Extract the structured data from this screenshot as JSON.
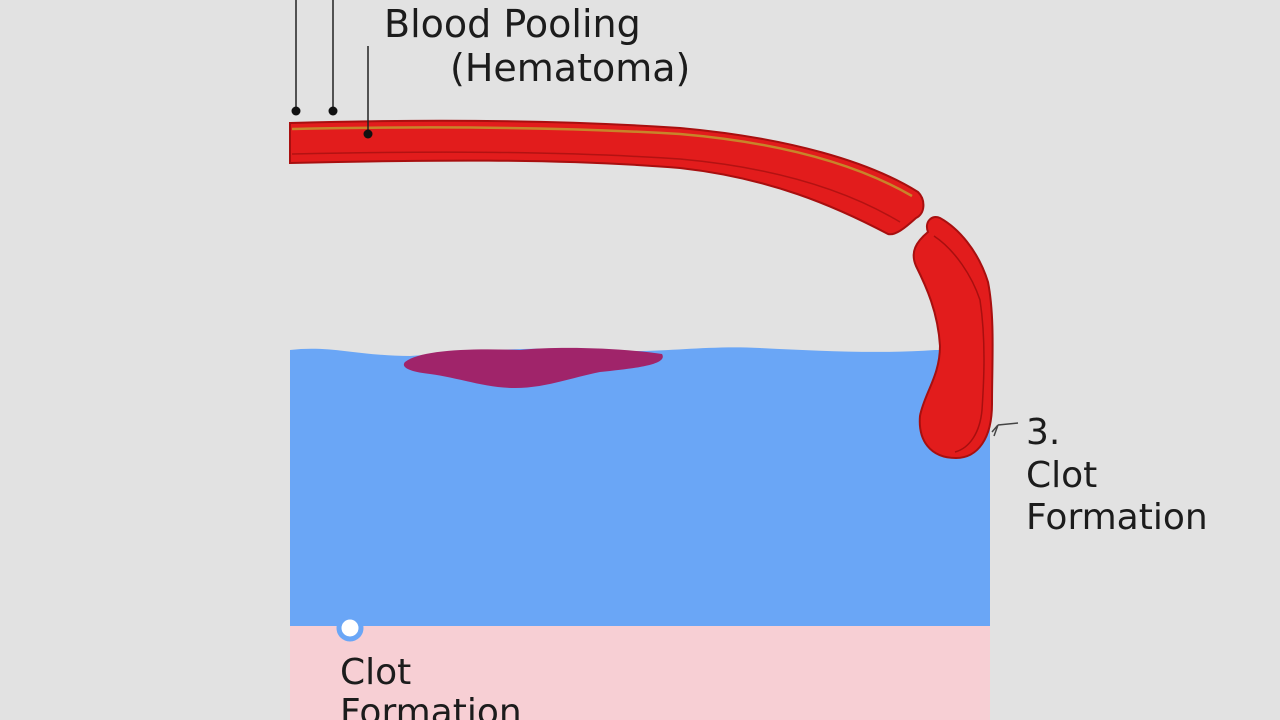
{
  "labels": {
    "blood_pooling": "Blood Pooling",
    "hematoma": "(Hematoma)",
    "step_number": "3.",
    "clot_right": "Clot",
    "formation_right": "Formation",
    "clot_bottom": "Clot",
    "formation_bottom": "Formation"
  },
  "colors": {
    "background": "#e2e2e2",
    "vessel_red": "#e21c1c",
    "vessel_dark": "#a80f0f",
    "vessel_inner_line": "#c8842a",
    "tissue_blue": "#6aa6f6",
    "skin_pink": "#f7cfd4",
    "hematoma_purple": "#a0246a",
    "marker_white": "#ffffff",
    "marker_ring": "#6aa6f6",
    "leader_line": "#222222"
  },
  "icons": {
    "pointer_dots": "leader-dot-icon",
    "bottom_marker": "circle-marker-icon"
  }
}
